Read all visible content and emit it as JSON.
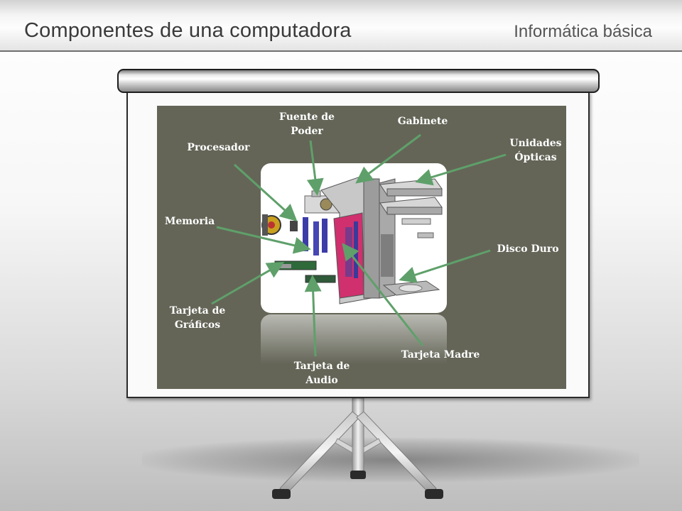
{
  "header": {
    "title": "Componentes de una computadora",
    "subtitle": "Informática básica"
  },
  "diagram": {
    "labels": {
      "fuente": "Fuente de\nPoder",
      "gabinete": "Gabinete",
      "procesador": "Procesador",
      "unidades": "Unidades\nÓpticas",
      "memoria": "Memoria",
      "disco": "Disco Duro",
      "grafica": "Tarjeta de\nGráficos",
      "madre": "Tarjeta Madre",
      "audio": "Tarjeta de\nAudio"
    },
    "colors": {
      "slide_background": "#646557",
      "arrow": "#5fa06a",
      "label_text": "#ffffff"
    }
  }
}
